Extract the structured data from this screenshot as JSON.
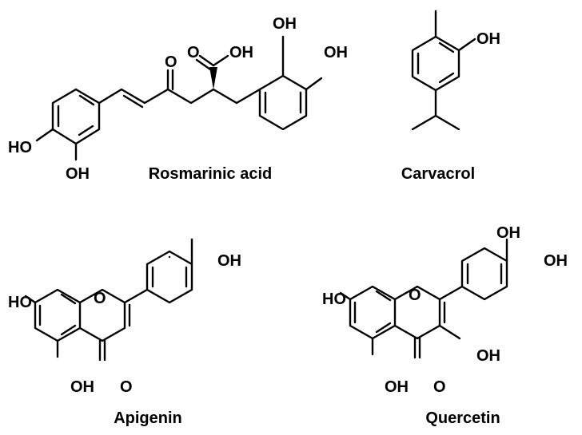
{
  "molecules": {
    "rosmarinic": {
      "name": "Rosmarinic acid",
      "labels": {
        "ho_left": "HO",
        "oh_left_bottom": "OH",
        "ketone_o": "O",
        "acid_o": "O",
        "acid_oh": "OH",
        "oh_right_top": "OH",
        "oh_right": "OH"
      }
    },
    "carvacrol": {
      "name": "Carvacrol",
      "labels": {
        "oh": "OH"
      }
    },
    "apigenin": {
      "name": "Apigenin",
      "labels": {
        "ho": "HO",
        "ring_o": "O",
        "oh_top": "OH",
        "oh_bottom": "OH",
        "carbonyl_o": "O"
      }
    },
    "quercetin": {
      "name": "Quercetin",
      "labels": {
        "ho": "HO",
        "ring_o": "O",
        "oh_top": "OH",
        "oh_right": "OH",
        "oh_3": "OH",
        "oh_bottom": "OH",
        "carbonyl_o": "O"
      }
    }
  }
}
